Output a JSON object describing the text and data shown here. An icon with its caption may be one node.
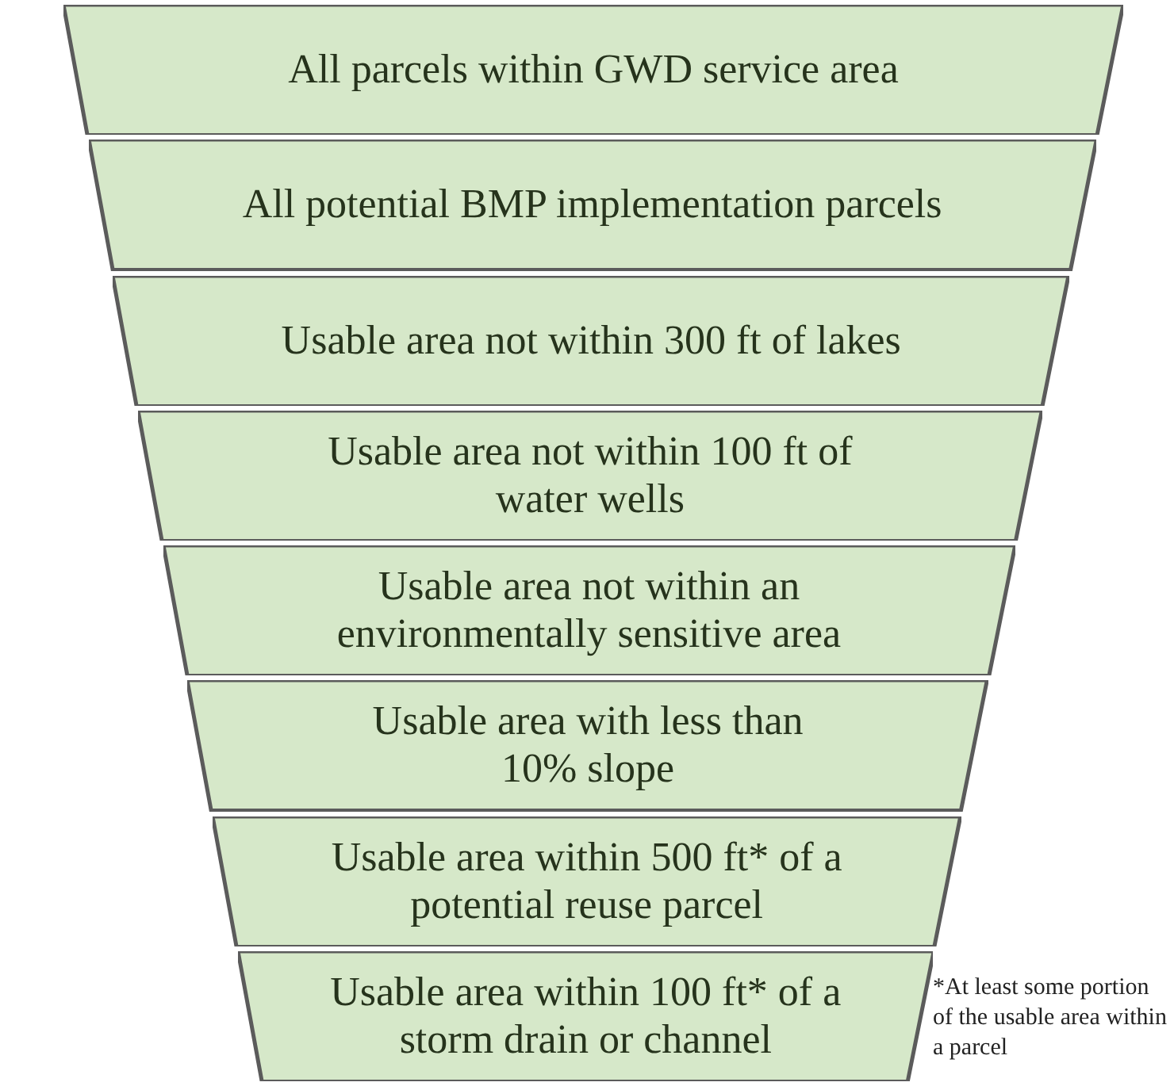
{
  "diagram": {
    "nodes": [
      {
        "text": [
          "All parcels within GWD service area"
        ]
      },
      {
        "text": [
          "All potential BMP implementation parcels"
        ]
      },
      {
        "text": [
          "Usable area not within 300 ft of lakes"
        ]
      },
      {
        "text": [
          "Usable area not within 100 ft of water wells"
        ]
      },
      {
        "text": [
          "Usable area not within an environmentally sensitive area"
        ]
      },
      {
        "text": [
          "Usable area with less than 10% slope"
        ]
      },
      {
        "text": [
          "Usable area within 500 ft* of a potential reuse parcel"
        ]
      },
      {
        "text": [
          "Usable area within 100 ft* of a storm drain or channel"
        ]
      }
    ],
    "labels": [
      "*At least some portion of the usable area within a parcel"
    ]
  }
}
